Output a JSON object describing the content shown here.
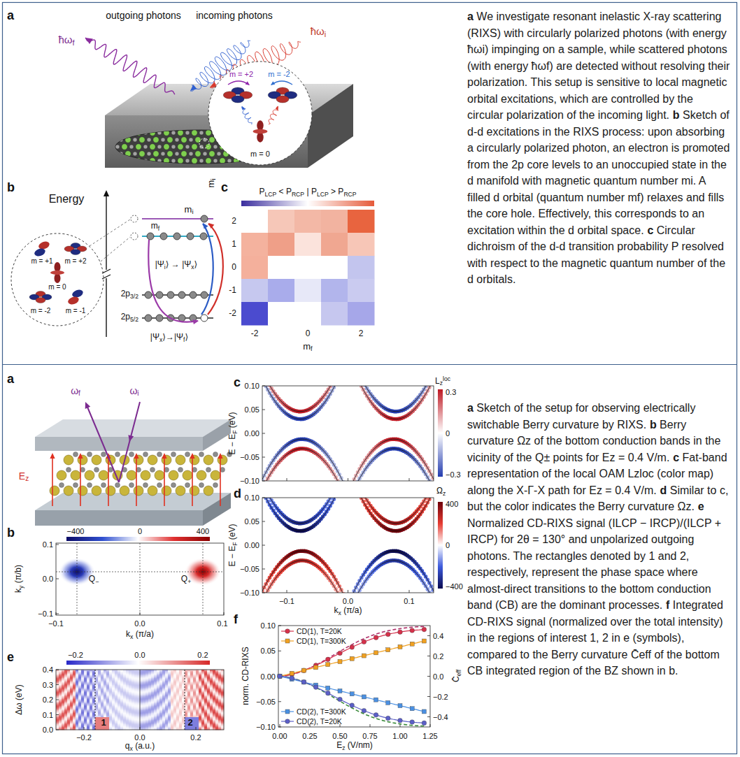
{
  "diagram": {
    "labels": [
      "a",
      "outgoing photons",
      "incoming photons",
      "ħωf",
      "ħωi",
      "m = +2",
      "m = -2",
      "m = 0",
      "b",
      "Energy",
      "m = +1",
      "m = +2",
      "m = 0",
      "m = -2",
      "m = -1",
      "mi",
      "mf",
      "|Ψi⟩ → |Ψx⟩",
      "|Ψx⟩→|Ψf⟩",
      "2p3/2",
      "2p5/2",
      "mi",
      "c",
      "PLCP < PRCP | PLCP > PRCP",
      "2",
      "1",
      "0",
      "-1",
      "-2",
      "-2",
      "0",
      "2",
      "mf",
      "a We investigate resonant inelastic X-ray scattering (RIXS) with circularly polarized photons (with energy ħωi) impinging on a sample, while scattered photons (with energy ħωf) are detected without resolving their polarization. This setup is sensitive to local magnetic orbital excitations, which are controlled by the circular polarization of the incoming light.",
      "b Sketch of d-d excitations in the RIXS process: upon absorbing a circularly polarized photon, an electron is promoted from the 2p core levels to an unoccupied state in the d manifold with magnetic quantum number mi. A filled d orbital (quantum number mf) relaxes and fills the core hole. Effectively, this corresponds to an excitation within the d orbital space.",
      "c Circular dichroism of the d-d transition probability P resolved with respect to the magnetic quantum number of the d orbitals.",
      "a",
      "ωf",
      "ωi",
      "Ez",
      "b",
      "−400",
      "0",
      "400",
      "Q−",
      "Q+",
      "0.1",
      "0.0",
      "−0.1",
      "−0.1",
      "0.0",
      "0.1",
      "kx (π/a)",
      "ky (π/b)",
      "e",
      "−0.2",
      "0.0",
      "0.2",
      "0.4",
      "0.3",
      "0.2",
      "0.1",
      "0.0",
      "Δω (eV)",
      "−0.2",
      "0.0",
      "0.2",
      "qx (a.u.)",
      "1",
      "2",
      "c",
      "0.10",
      "0.05",
      "0.00",
      "−0.05",
      "−0.10",
      "E − EF (eV)",
      "Lzloc",
      "0.3",
      "0",
      "−0.3",
      "d",
      "0.10",
      "0.05",
      "0.00",
      "−0.05",
      "−0.10",
      "E − EF (eV)",
      "Ωz",
      "400",
      "0",
      "−400",
      "−0.1",
      "0.0",
      "0.1",
      "kx (π/a)",
      "f",
      "0.10",
      "0.05",
      "0.00",
      "−0.05",
      "−0.10",
      "norm. CD-RIXS",
      "0.4",
      "0.2",
      "0.0",
      "−0.2",
      "−0.4",
      "C̄eff",
      "0.00",
      "0.25",
      "0.50",
      "0.75",
      "1.00",
      "1.25",
      "Ez (V/nm)",
      "a Sketch of the setup for observing electrically switchable Berry curvature by RIXS.",
      "b Berry curvature Ωz of the bottom conduction bands in the vicinity of the Q± points for Ez = 0.4 V/m.",
      "c Fat-band representation of the local OAM Lzloc (color map) along the X-Γ-X path for Ez = 0.4 V/m.",
      "d Similar to c, but the color indicates the Berry curvature Ωz.",
      "e Normalized CD-RIXS signal (ILCP − IRCP)/(ILCP + IRCP) for 2θ = 130° and unpolarized outgoing photons. The rectangles denoted by 1 and 2, respectively, represent the phase space where almost-direct transitions to the bottom conduction band (CB) are the dominant processes.",
      "f Integrated CD-RIXS signal (normalized over the total intensity) in the regions of interest 1, 2 in e (symbols), compared to the Berry curvature C̄eff of the bottom CB integrated region of the BZ shown in b."
    ],
    "legend": [
      {
        "text": "CD(1), T=20K"
      },
      {
        "text": "CD(1), T=300K"
      },
      {
        "text": "CD(2), T=300K"
      },
      {
        "text": "CD(2), T=20K"
      }
    ]
  }
}
